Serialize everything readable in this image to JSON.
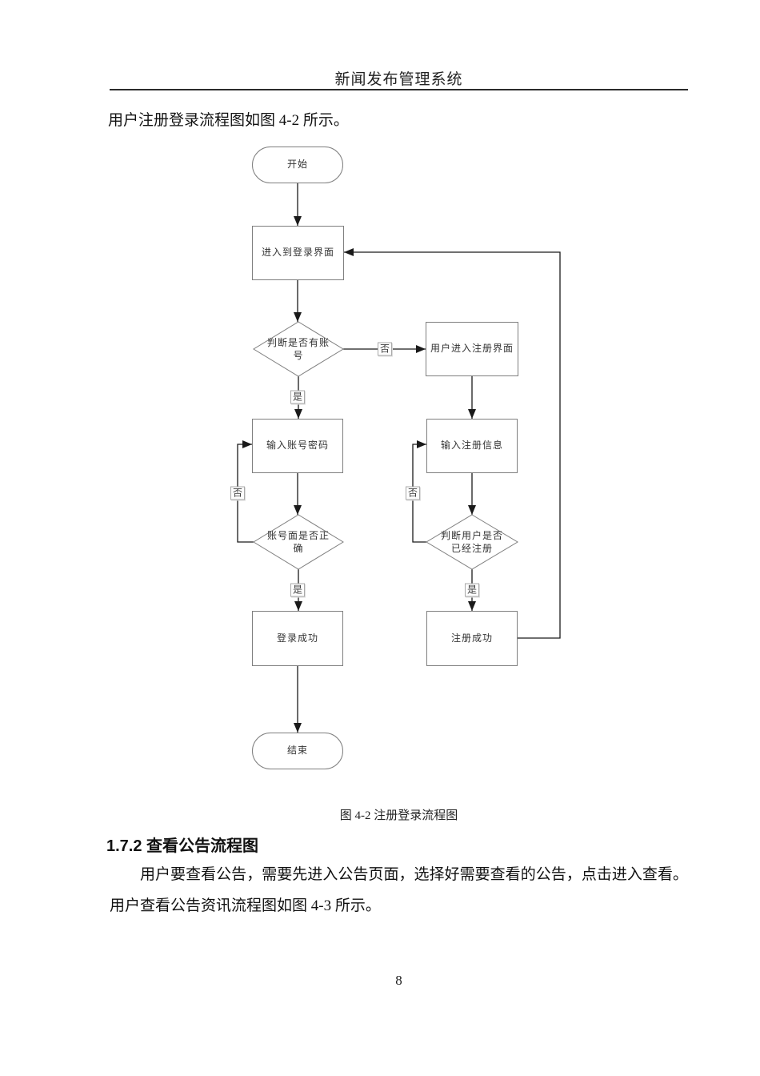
{
  "header": {
    "title": "新闻发布管理系统"
  },
  "intro_paragraph": "用户注册登录流程图如图 4-2 所示。",
  "flowchart": {
    "caption": "图 4-2 注册登录流程图",
    "nodes": {
      "start": "开始",
      "enter_login": "进入到登录界面",
      "check_has_account": "判断是否有账号",
      "register_ui": "用户进入注册界面",
      "input_credentials": "输入账号密码",
      "input_register_info": "输入注册信息",
      "verify_credentials": "账号面是否正确",
      "check_registered": "判断用户是否已经注册",
      "login_success": "登录成功",
      "register_success": "注册成功",
      "end": "结束"
    },
    "edge_labels": {
      "yes": "是",
      "no": "否"
    },
    "edges": [
      {
        "from": "start",
        "to": "enter_login"
      },
      {
        "from": "enter_login",
        "to": "check_has_account"
      },
      {
        "from": "check_has_account",
        "to": "input_credentials",
        "label": "是"
      },
      {
        "from": "check_has_account",
        "to": "register_ui",
        "label": "否"
      },
      {
        "from": "register_ui",
        "to": "input_register_info"
      },
      {
        "from": "input_credentials",
        "to": "verify_credentials"
      },
      {
        "from": "verify_credentials",
        "to": "input_credentials",
        "label": "否"
      },
      {
        "from": "verify_credentials",
        "to": "login_success",
        "label": "是"
      },
      {
        "from": "input_register_info",
        "to": "check_registered"
      },
      {
        "from": "check_registered",
        "to": "input_register_info",
        "label": "否"
      },
      {
        "from": "check_registered",
        "to": "register_success",
        "label": "是"
      },
      {
        "from": "register_success",
        "to": "enter_login"
      },
      {
        "from": "login_success",
        "to": "end"
      }
    ],
    "colors": {
      "node_border": "#7f7f7f",
      "connector": "#1a1a1a",
      "text": "#333333"
    }
  },
  "section": {
    "heading": "1.7.2 查看公告流程图",
    "body_line1": "用户要查看公告，需要先进入公告页面，选择好需要查看的公告，点击进入查看。",
    "body_line2": "用户查看公告资讯流程图如图 4-3 所示。"
  },
  "page_number": "8"
}
